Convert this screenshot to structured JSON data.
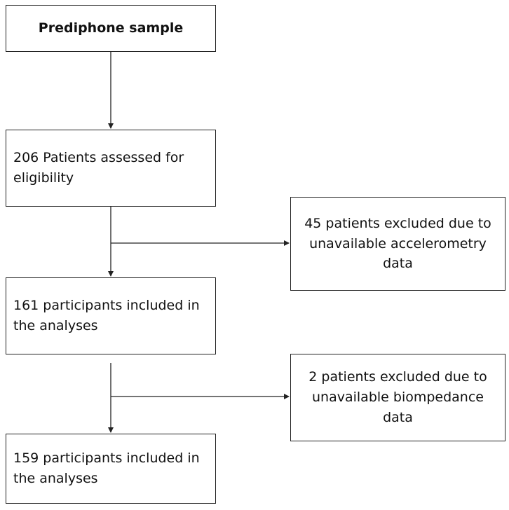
{
  "flowchart": {
    "start": {
      "label": "Prediphone sample"
    },
    "assessed": {
      "lines": [
        "206 Patients assessed for",
        "eligibility"
      ]
    },
    "excluded_1": {
      "lines": [
        "45 patients excluded due to",
        "unavailable accelerometry",
        "data"
      ]
    },
    "included_1": {
      "lines": [
        "161 participants included in",
        "the analyses"
      ]
    },
    "excluded_2": {
      "lines": [
        "2 patients excluded due to",
        "unavailable biompedance",
        "data"
      ]
    },
    "included_2": {
      "lines": [
        "159 participants included in",
        "the analyses"
      ]
    }
  },
  "colors": {
    "border": "#222222",
    "text": "#111111",
    "background": "#ffffff"
  }
}
